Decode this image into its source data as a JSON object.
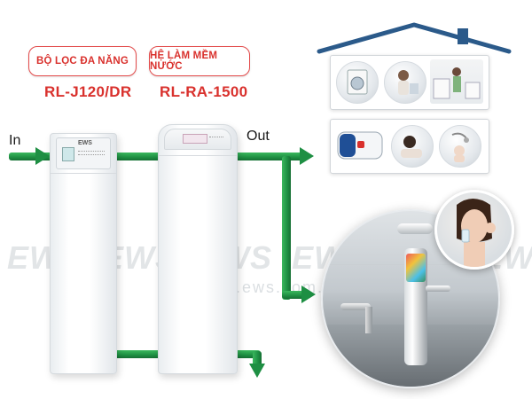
{
  "products": [
    {
      "label": "BỘ LỌC ĐA NĂNG",
      "model": "RL-J120/DR"
    },
    {
      "label": "HỆ LÀM MỀM NƯỚC",
      "model": "RL-RA-1500"
    }
  ],
  "flow": {
    "in_label": "In",
    "out_label": "Out"
  },
  "tank_brand": "EWS",
  "watermark": {
    "brand": "EWS",
    "url": "www.ews.com.vn"
  },
  "house": {
    "rooms": [
      {
        "items": [
          "washing-machine-icon",
          "laundry-woman-icon",
          "laundry-room-icon"
        ]
      },
      {
        "items": [
          "water-heater-icon",
          "hair-wash-icon",
          "shower-icon"
        ]
      }
    ]
  },
  "colors": {
    "label_red": "#d9312d",
    "pipe_green": "#1e8f43",
    "roof_blue": "#2b5a8a"
  }
}
